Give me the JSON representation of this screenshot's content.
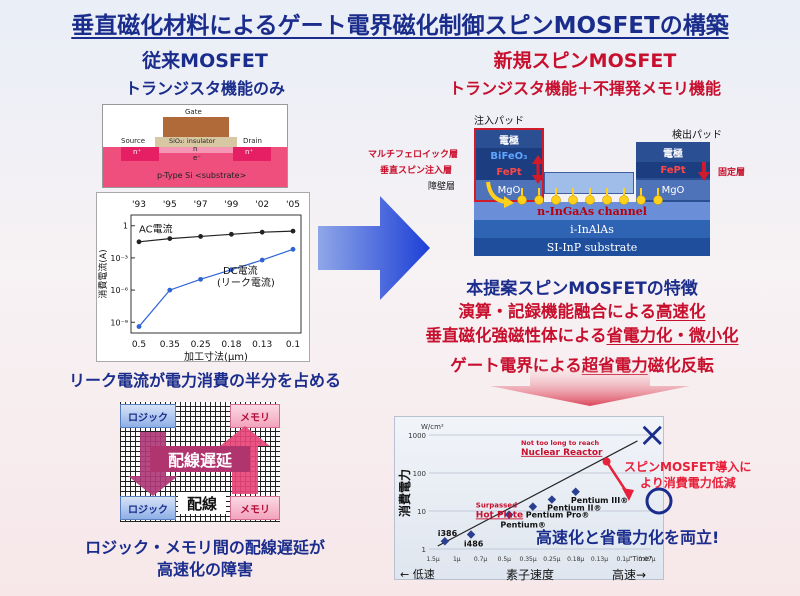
{
  "title": "垂直磁化材料によるゲート電界磁化制御スピンMOSFETの構築",
  "left": {
    "heading": "従来MOSFET",
    "subheading": "トランジスタ機能のみ",
    "mos": {
      "gate": "Gate",
      "source": "Source",
      "insulator": "SiO₂: insulator",
      "drain": "Drain",
      "n_left": "n⁺",
      "n_center": "n",
      "n_right": "n⁺",
      "electron": "e⁻",
      "substrate": "p-Type Si <substrate>"
    },
    "leak_text": "リーク電流が電力消費の半分を占める",
    "wiring": {
      "logic_top": "ロジック",
      "memory_top": "メモリ",
      "delay": "配線遅延",
      "wire": "配線",
      "logic_bottom": "ロジック",
      "memory_bottom": "メモリ"
    },
    "bottom_text_1": "ロジック・メモリ間の配線遅延が",
    "bottom_text_2": "高速化の障害"
  },
  "right": {
    "heading": "新規スピンMOSFET",
    "subheading": "トランジスタ機能＋不揮発メモリ機能",
    "device": {
      "inject_pad": "注入パッド",
      "detect_pad": "検出パッド",
      "electrode": "電極",
      "bifeo3": "BiFeO₃",
      "fept": "FePt",
      "mgo": "MgO",
      "channel": "n-InGaAs channel",
      "inalas": "i-InAlAs",
      "substrate": "SI-InP substrate",
      "multiferroic": "マルチフェロイック層",
      "vertical_inject": "垂直スピン注入層",
      "barrier": "障壁層",
      "fixed": "固定層"
    },
    "features_title": "本提案スピンMOSFETの特徴",
    "feature_1_pre": "演算・記録機能融合による",
    "feature_1_emph": "高速化",
    "feature_2_pre": "垂直磁化強磁性体による",
    "feature_2_emph": "省電力化・微小化",
    "feature_3_pre": "ゲート電界による",
    "feature_3_emph": "超省電力",
    "feature_3_post": "磁化反転",
    "chart_texts": {
      "reactor_note": "Not too long to reach",
      "reactor": "Nuclear Reactor",
      "hotplate_1": "Surpassed",
      "hotplate_2": "Hot Plate",
      "p3": "Pentium III®",
      "p2": "Pentium II®",
      "ppro": "Pentium Pro®",
      "p": "Pentium®",
      "i386": "i386",
      "i486": "i486",
      "unit": "W/cm²",
      "time": "\"Time\"",
      "ylabel": "消費電力",
      "spin_note_1": "スピンMOSFET導入に",
      "spin_note_2": "より消費電力低減",
      "both": "高速化と省電力化を両立!",
      "slow": "← 低速",
      "speed": "素子速度",
      "fast": "高速→",
      "cross": "×"
    }
  },
  "chart_data": [
    {
      "type": "line",
      "xlabel": "加工寸法(μm)",
      "ylabel": "消費電流(A)",
      "x_ticks": [
        "0.5",
        "0.35",
        "0.25",
        "0.18",
        "0.13",
        "0.1"
      ],
      "top_ticks": [
        "'93",
        "'95",
        "'97",
        "'99",
        "'02",
        "'05"
      ],
      "y_ticks": [
        "1",
        "10⁻³",
        "10⁻⁶",
        "10⁻⁹"
      ],
      "ylim_log10": [
        -10,
        1
      ],
      "series": [
        {
          "name": "AC電流",
          "values_log10": [
            -1.5,
            -1.2,
            -1.0,
            -0.8,
            -0.6,
            -0.5
          ]
        },
        {
          "name": "DC電流\n(リーク電流)",
          "label_1": "DC電流",
          "label_2": "(リーク電流)",
          "values_log10": [
            -9.4,
            -6.0,
            -5.0,
            -4.1,
            -3.2,
            -2.2
          ]
        }
      ]
    },
    {
      "type": "scatter",
      "ylabel": "消費電力",
      "y_ticks": [
        "1000",
        "100",
        "10",
        "1"
      ],
      "y_tick_values": [
        1000,
        100,
        10,
        1
      ],
      "x_ticks": [
        "1.5μ",
        "1μ",
        "0.7μ",
        "0.5μ",
        "0.35μ",
        "0.25μ",
        "0.18μ",
        "0.13μ",
        "0.1μ",
        "0.07μ"
      ],
      "points": [
        {
          "label": "i386",
          "x_index": 0.5,
          "y": 1.6
        },
        {
          "label": "i486",
          "x_index": 1.6,
          "y": 2.4
        },
        {
          "label": "Pentium®",
          "x_index": 3.2,
          "y": 8
        },
        {
          "label": "Pentium Pro®",
          "x_index": 4.2,
          "y": 13
        },
        {
          "label": "Pentium II®",
          "x_index": 5.0,
          "y": 20
        },
        {
          "label": "Pentium III®",
          "x_index": 6.0,
          "y": 32
        }
      ]
    }
  ]
}
